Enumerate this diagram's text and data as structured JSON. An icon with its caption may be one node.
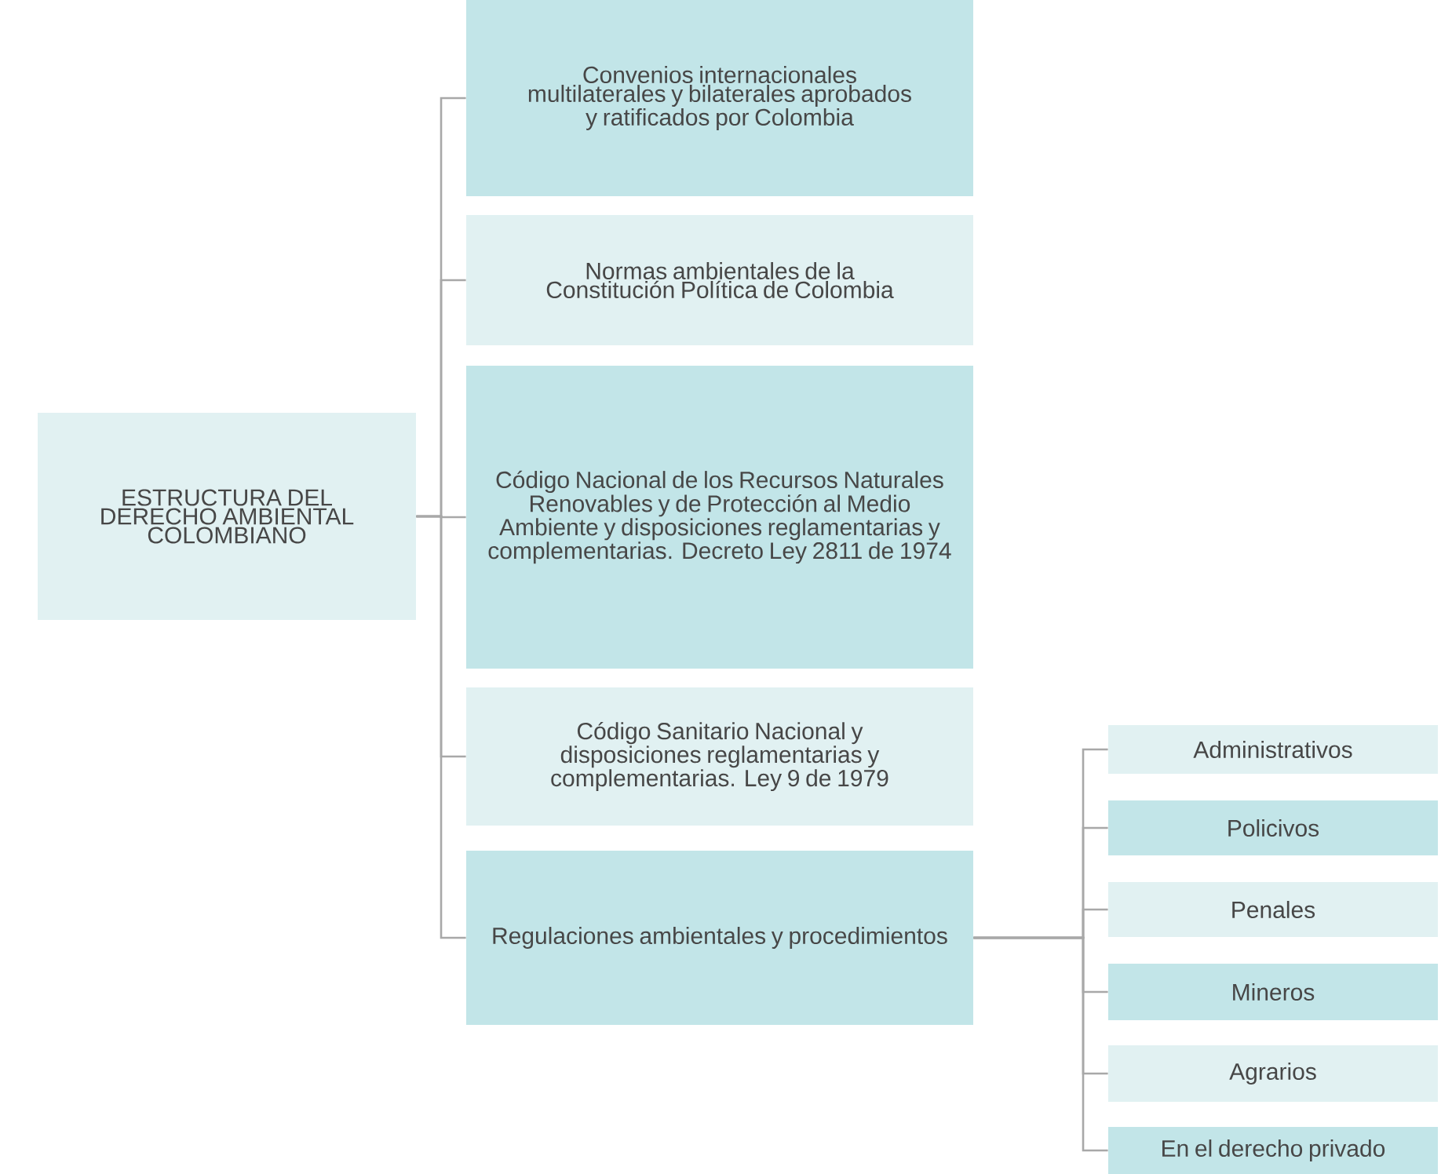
{
  "diagram": {
    "nodes": [
      {
        "text": [
          "ESTRUCTURA DEL DERECHO AMBIENTAL COLOMBIANO"
        ]
      },
      {
        "text": [
          "Convenios internacionales multilaterales y bilaterales aprobados y ratificados por Colombia"
        ]
      },
      {
        "text": [
          "Normas ambientales de la Constitución Política de Colombia"
        ]
      },
      {
        "text": [
          "Código Nacional de los Recursos Naturales Renovables y de Protección al Medio Ambiente y disposiciones reglamentarias y complementarias. Decreto Ley 2811 de 1974"
        ]
      },
      {
        "text": [
          "Código Sanitario Nacional y disposiciones reglamentarias y complementarias. Ley 9 de 1979"
        ]
      },
      {
        "text": [
          "Regulaciones ambientales y procedimientos"
        ]
      },
      {
        "text": [
          "Administrativos"
        ]
      },
      {
        "text": [
          "Policivos"
        ]
      },
      {
        "text": [
          "Penales"
        ]
      },
      {
        "text": [
          "Mineros"
        ]
      },
      {
        "text": [
          "Agrarios"
        ]
      },
      {
        "text": [
          "En el derecho privado"
        ]
      }
    ],
    "edges": [
      {
        "from": 0,
        "to": 1,
        "arrow": "none"
      },
      {
        "from": 0,
        "to": 2,
        "arrow": "none"
      },
      {
        "from": 0,
        "to": 3,
        "arrow": "none"
      },
      {
        "from": 0,
        "to": 4,
        "arrow": "none"
      },
      {
        "from": 0,
        "to": 5,
        "arrow": "none"
      },
      {
        "from": 5,
        "to": 6,
        "arrow": "none"
      },
      {
        "from": 5,
        "to": 7,
        "arrow": "none"
      },
      {
        "from": 5,
        "to": 8,
        "arrow": "none"
      },
      {
        "from": 5,
        "to": 9,
        "arrow": "none"
      },
      {
        "from": 5,
        "to": 10,
        "arrow": "none"
      },
      {
        "from": 5,
        "to": 11,
        "arrow": "none"
      }
    ]
  }
}
